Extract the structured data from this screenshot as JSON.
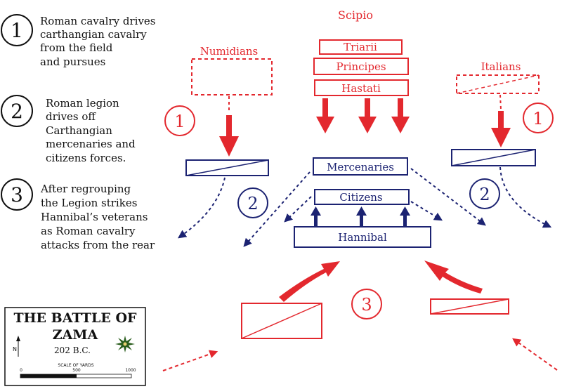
{
  "legend": [
    {
      "num": "1",
      "lines": [
        "Roman cavalry drives",
        "carthangian cavalry",
        "from the field",
        "and pursues"
      ]
    },
    {
      "num": "2",
      "lines": [
        "Roman legion",
        "drives off",
        "Carthangian",
        "mercenaries and",
        "citizens forces."
      ]
    },
    {
      "num": "3",
      "lines": [
        "After regrouping",
        "the Legion strikes",
        "Hannibal’s veterans",
        "as Roman cavalry",
        "attacks from the rear"
      ]
    }
  ],
  "roman": {
    "commander": "Scipio",
    "left_cavalry": "Numidians",
    "right_cavalry": "Italians",
    "lines": [
      "Triarii",
      "Principes",
      "Hastati"
    ]
  },
  "carthage": {
    "mercenaries": "Mercenaries",
    "citizens": "Citizens",
    "commander": "Hannibal"
  },
  "phase_markers": {
    "one": "1",
    "two": "2",
    "three": "3"
  },
  "title_box": {
    "title_line1": "THE BATTLE OF",
    "title_line2": "ZAMA",
    "date": "202 B.C.",
    "scale_label": "SCALE OF YARDS",
    "scale_ticks": [
      "0",
      "500",
      "1000"
    ],
    "north_label": "N"
  },
  "colors": {
    "roman": "#e3282e",
    "carthaginian": "#1c2372",
    "text": "#111111"
  }
}
